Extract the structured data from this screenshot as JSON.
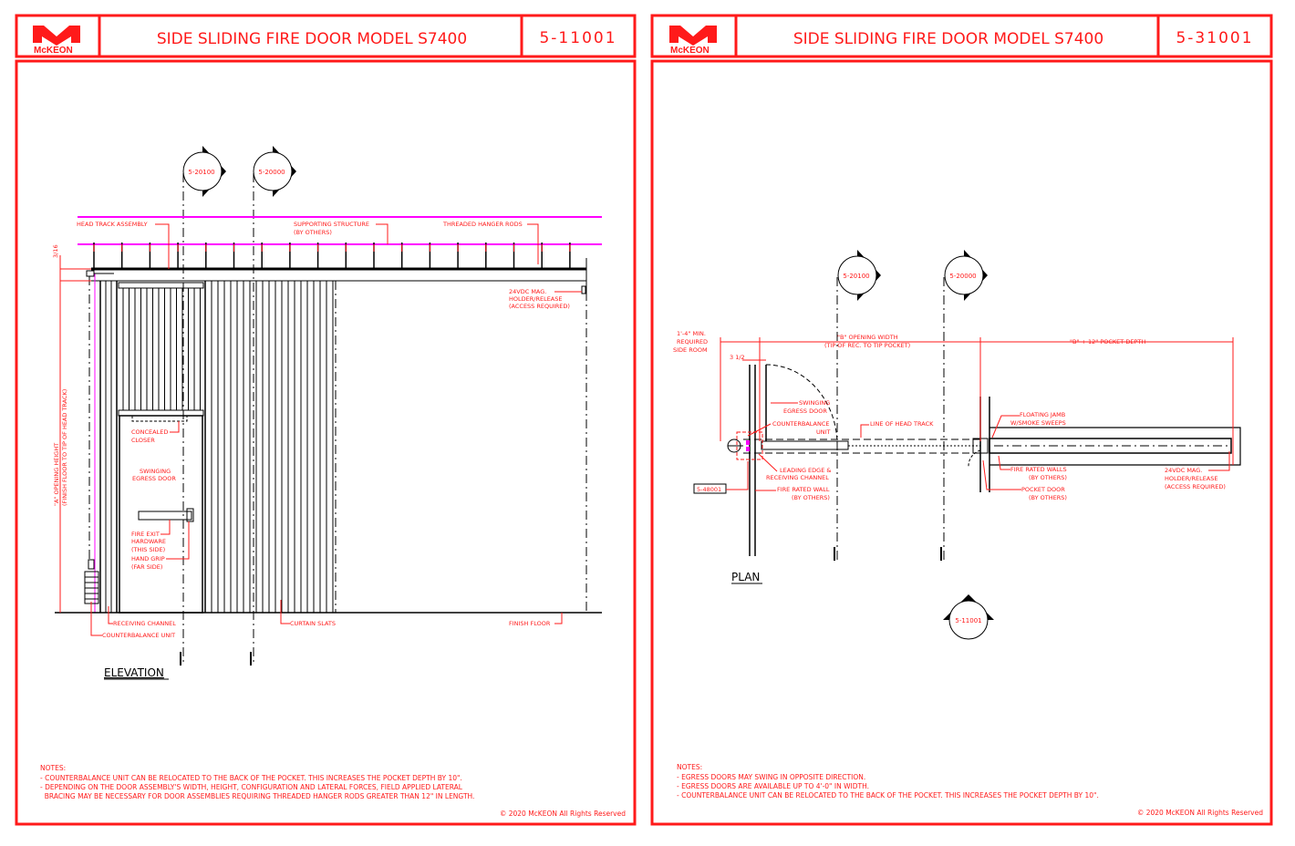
{
  "brand": {
    "name": "McKEON",
    "color": "#ff1a1a"
  },
  "sheets": [
    {
      "title": "SIDE SLIDING FIRE DOOR MODEL S7400",
      "number": "5-11001",
      "view_label": "ELEVATION",
      "section_markers": [
        "5-20100",
        "5-20000"
      ],
      "labels": {
        "head_track": "HEAD TRACK ASSEMBLY",
        "supporting_1": "SUPPORTING STRUCTURE",
        "supporting_2": "(BY OTHERS)",
        "hanger_rods": "THREADED HANGER RODS",
        "mag_1": "24VDC MAG.",
        "mag_2": "HOLDER/RELEASE",
        "mag_3": "(ACCESS REQUIRED)",
        "closer_1": "CONCEALED",
        "closer_2": "CLOSER",
        "egress_1": "SWINGING",
        "egress_2": "EGRESS DOOR",
        "exit_1": "FIRE EXIT",
        "exit_2": "HARDWARE",
        "exit_3": "(THIS SIDE)",
        "grip_1": "HAND GRIP",
        "grip_2": "(FAR SIDE)",
        "receiving": "RECEIVING CHANNEL",
        "counterbalance": "COUNTERBALANCE UNIT",
        "slats": "CURTAIN SLATS",
        "floor": "FINISH FLOOR",
        "height_1": "\"A\" OPENING HEIGHT",
        "height_2": "(FINISH FLOOR TO TIP OF HEAD TRACK)",
        "dim_top": "3/16"
      },
      "notes_title": "NOTES:",
      "notes": [
        "- COUNTERBALANCE UNIT CAN BE RELOCATED TO THE BACK OF THE POCKET. THIS INCREASES THE POCKET DEPTH BY 10\".",
        "- DEPENDING ON THE DOOR ASSEMBLY'S WIDTH, HEIGHT, CONFIGURATION AND LATERAL FORCES, FIELD APPLIED LATERAL",
        "  BRACING MAY BE NECESSARY FOR DOOR ASSEMBLIES REQUIRING THREADED HANGER RODS GREATER THAN 12\" IN LENGTH."
      ],
      "copyright": "© 2020 McKEON All Rights Reserved"
    },
    {
      "title": "SIDE SLIDING FIRE DOOR MODEL S7400",
      "number": "5-31001",
      "view_label": "PLAN",
      "section_markers": [
        "5-20100",
        "5-20000",
        "5-11001"
      ],
      "detail_ref": "5-48001",
      "labels": {
        "side_1": "1'-4\" MIN.",
        "side_2": "REQUIRED",
        "side_3": "SIDE ROOM",
        "open_1": "\"B\" OPENING WIDTH",
        "open_2": "(TIP OF REC. TO TIP POCKET)",
        "pocket": "\"B\" + 12\" POCKET DEPTH",
        "dim_small": "3 1/2",
        "egress_1": "SWINGING",
        "egress_2": "EGRESS DOOR",
        "cb_1": "COUNTERBALANCE",
        "cb_2": "UNIT",
        "head_track": "LINE OF HEAD TRACK",
        "jamb_1": "FLOATING JAMB",
        "jamb_2": "W/SMOKE SWEEPS",
        "lead_1": "LEADING EDGE &",
        "lead_2": "RECEIVING CHANNEL",
        "wall_1": "FIRE RATED WALL",
        "wall_2": "(BY OTHERS)",
        "walls_1": "FIRE RATED WALLS",
        "walls_2": "(BY OTHERS)",
        "pocket_1": "POCKET DOOR",
        "pocket_2": "(BY OTHERS)",
        "mag_1": "24VDC MAG.",
        "mag_2": "HOLDER/RELEASE",
        "mag_3": "(ACCESS REQUIRED)"
      },
      "notes_title": "NOTES:",
      "notes": [
        "- EGRESS DOORS MAY SWING IN OPPOSITE DIRECTION.",
        "- EGRESS DOORS ARE AVAILABLE UP TO 4'-0\" IN WIDTH.",
        "- COUNTERBALANCE UNIT CAN BE RELOCATED TO THE BACK OF THE POCKET. THIS INCREASES THE POCKET DEPTH BY 10\"."
      ],
      "copyright": "© 2020 McKEON All Rights Reserved"
    }
  ]
}
